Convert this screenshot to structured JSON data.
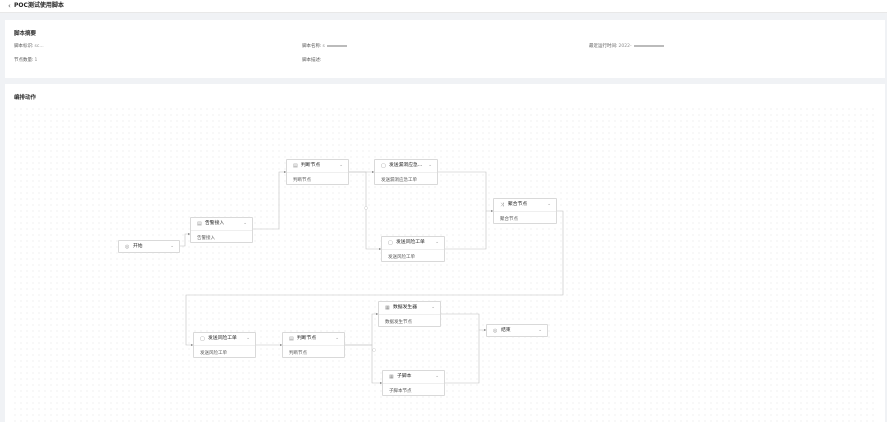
{
  "header": {
    "title": "POC测试使用脚本"
  },
  "summary": {
    "title": "脚本摘要",
    "fields": {
      "script_id_label": "脚本标识:",
      "script_id_value": "sc...",
      "script_name_label": "脚本名称:",
      "script_name_value": "s",
      "last_run_label": "最近运行时间:",
      "last_run_value": "2022-",
      "node_count_label": "节点数量:",
      "node_count_value": "1",
      "script_desc_label": "脚本描述:",
      "script_desc_value": ""
    }
  },
  "editor": {
    "title": "编排动作",
    "nodes": [
      {
        "id": "start",
        "label": "开始",
        "icon": "start-circle-icon",
        "sub": ""
      },
      {
        "id": "alarm",
        "label": "告警接入",
        "icon": "document-icon",
        "sub": "告警接入"
      },
      {
        "id": "judge1",
        "label": "判断节点",
        "icon": "list-icon",
        "sub": "判断节点"
      },
      {
        "id": "emerg",
        "label": "发送漏洞应急...",
        "icon": "document-icon",
        "sub": "发送漏洞应急工单"
      },
      {
        "id": "risk1",
        "label": "发送风险工单",
        "icon": "document-icon",
        "sub": "发送风险工单"
      },
      {
        "id": "merge",
        "label": "聚合节点",
        "icon": "merge-icon",
        "sub": "聚合节点"
      },
      {
        "id": "risk2",
        "label": "发送风险工单",
        "icon": "document-icon",
        "sub": "发送风险工单"
      },
      {
        "id": "judge2",
        "label": "判断节点",
        "icon": "list-icon",
        "sub": "判断节点"
      },
      {
        "id": "data",
        "label": "数据发生器",
        "icon": "grid-icon",
        "sub": "数据发生节点"
      },
      {
        "id": "child",
        "label": "子脚本",
        "icon": "grid-icon",
        "sub": "子脚本节点"
      },
      {
        "id": "end",
        "label": "结束",
        "icon": "end-circle-icon",
        "sub": ""
      }
    ]
  }
}
